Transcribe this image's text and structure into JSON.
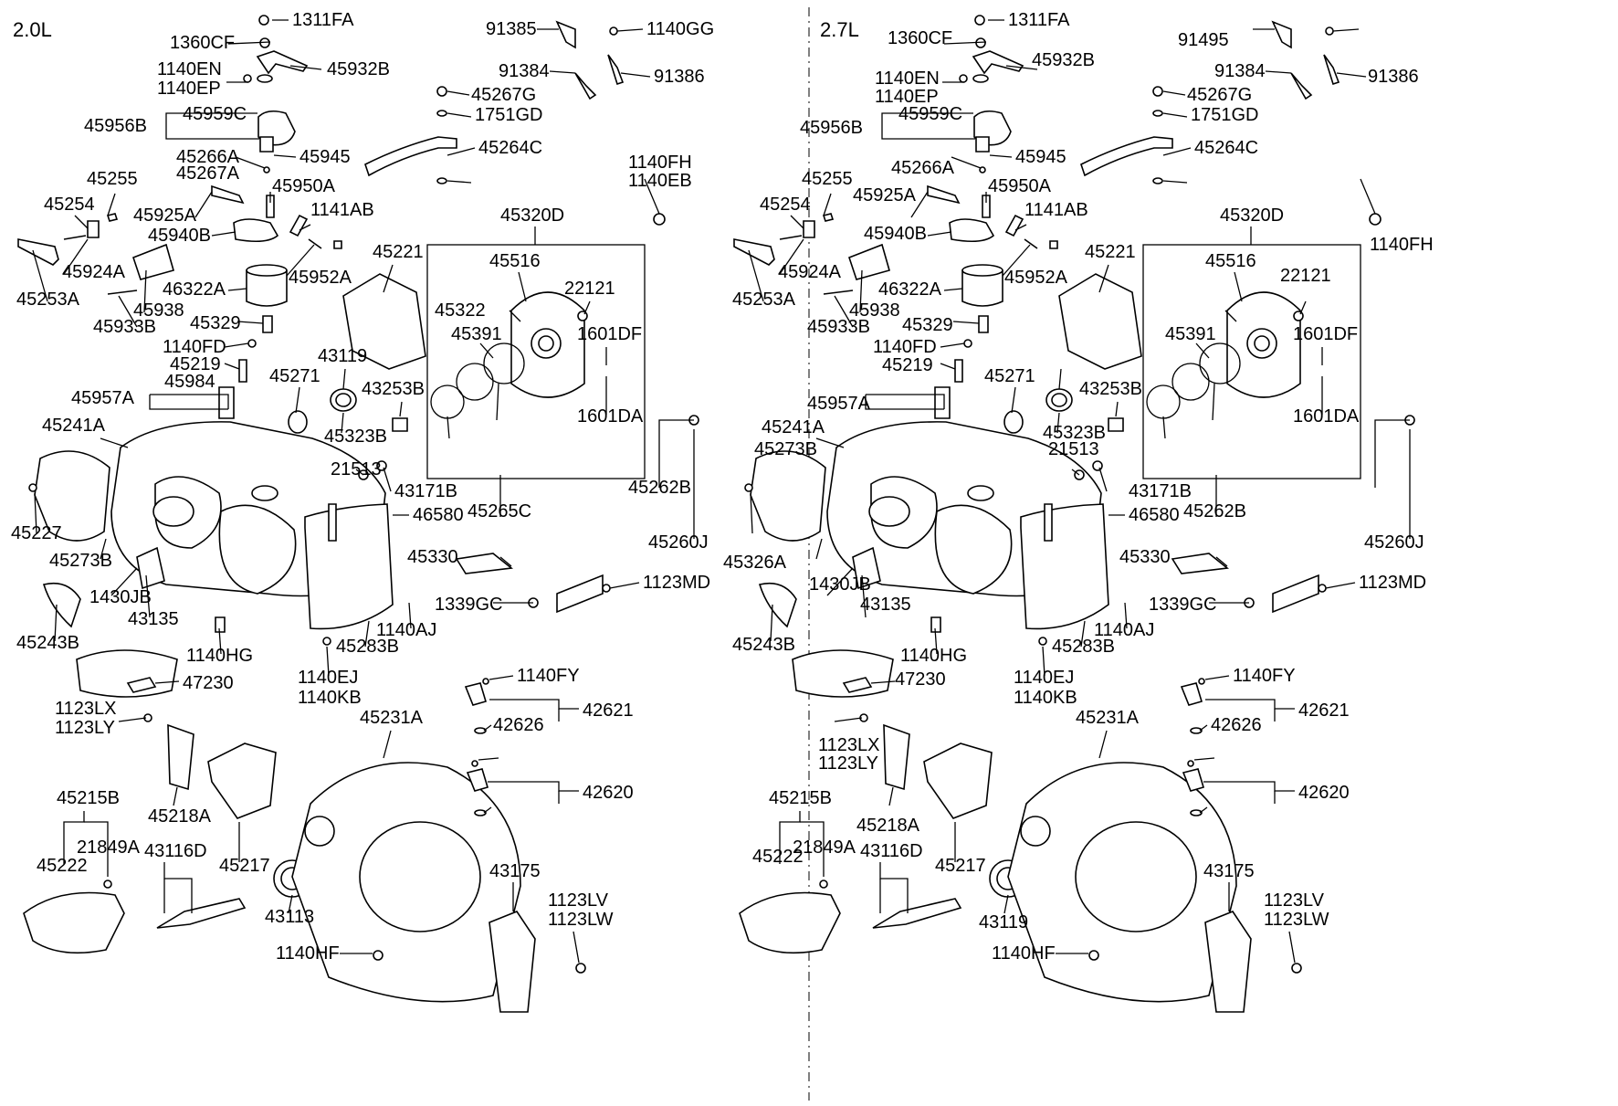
{
  "panels": [
    {
      "title": "2.0L",
      "labels": [
        "1311FA",
        "1360CF",
        "1140EN",
        "1140EP",
        "45932B",
        "45956B",
        "45959C",
        "45266A",
        "45267A",
        "45945",
        "45255",
        "45254",
        "45950A",
        "45925A",
        "45940B",
        "1141AB",
        "45924A",
        "45952A",
        "45253A",
        "46322A",
        "45938",
        "45933B",
        "45329",
        "1140FD",
        "45219",
        "45957A",
        "45984",
        "45271",
        "45241A",
        "45227",
        "45273B",
        "1430JB",
        "43135",
        "45243B",
        "1140HG",
        "47230",
        "1123LX",
        "1123LY",
        "45218A",
        "45215B",
        "45222",
        "21849A",
        "43116D",
        "45217",
        "43113",
        "1140HF",
        "45231A",
        "43175",
        "1123LV",
        "1123LW",
        "1140FY",
        "42621",
        "42626",
        "42620",
        "1140EJ",
        "1140KB",
        "45283B",
        "1140AJ",
        "1339GC",
        "1123MD",
        "45330",
        "46580",
        "43171B",
        "21513",
        "45323B",
        "43119",
        "43253B",
        "45265C",
        "45262B",
        "45260J",
        "45320D",
        "45516",
        "45322",
        "22121",
        "45391",
        "1601DF",
        "1601DA",
        "45221",
        "1140FH",
        "1140EB",
        "45264C",
        "1751GD",
        "45267G",
        "91385",
        "91384",
        "91386",
        "1140GG"
      ]
    },
    {
      "title": "2.7L",
      "labels": [
        "1311FA",
        "1360CF",
        "1140EN",
        "1140EP",
        "45932B",
        "45956B",
        "45959C",
        "45266A",
        "45945",
        "45255",
        "45254",
        "45950A",
        "45925A",
        "45940B",
        "1141AB",
        "45924A",
        "45952A",
        "45253A",
        "46322A",
        "45938",
        "45933B",
        "45329",
        "1140FD",
        "45219",
        "45957A",
        "45271",
        "45241A",
        "45273B",
        "45326A",
        "1430JB",
        "43135",
        "45243B",
        "1140HG",
        "47230",
        "1123LX",
        "1123LY",
        "45218A",
        "45215B",
        "45222",
        "21849A",
        "43116D",
        "45217",
        "43119",
        "1140HF",
        "45231A",
        "43175",
        "1123LV",
        "1123LW",
        "1140FY",
        "42621",
        "42626",
        "42620",
        "1140EJ",
        "1140KB",
        "45283B",
        "1140AJ",
        "1339GC",
        "1123MD",
        "45330",
        "46580",
        "43171B",
        "21513",
        "45323B",
        "43253B",
        "45262B",
        "45260J",
        "45320D",
        "45516",
        "22121",
        "45391",
        "1601DF",
        "1601DA",
        "45221",
        "1140FH",
        "45264C",
        "1751GD",
        "45267G",
        "91495",
        "91384",
        "91386"
      ]
    }
  ]
}
